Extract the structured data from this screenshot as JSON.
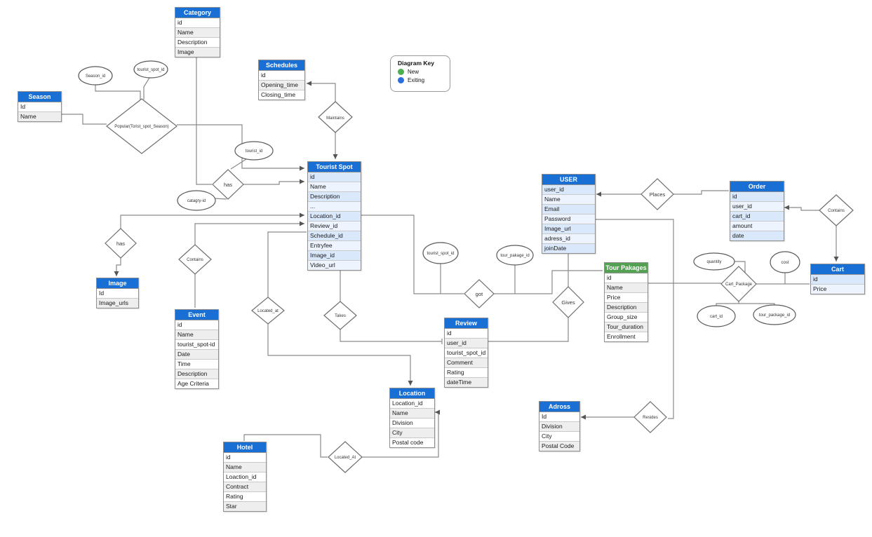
{
  "diagram_key": {
    "title": "Diagram Key",
    "items": [
      {
        "label": "New",
        "color": "#4caf50"
      },
      {
        "label": "Exiting",
        "color": "#2a6fe0"
      }
    ]
  },
  "colors": {
    "existing_header_blue": "#1a6fd4",
    "new_header_green": "#55a154",
    "blue_row_fill": "#dae8fc",
    "gray_row_fill": "#eeeeee",
    "connector_gray": "#8a8a8a"
  },
  "entities": {
    "category": {
      "title": "Category",
      "fields": [
        "id",
        "Name",
        "Description",
        "Image"
      ]
    },
    "season": {
      "title": "Season",
      "fields": [
        "Id",
        "Name"
      ]
    },
    "schedules": {
      "title": "Schedules",
      "fields": [
        "id",
        "Opening_time",
        "Closing_time"
      ]
    },
    "tourist_spot": {
      "title": "Tourist Spot",
      "fields": [
        "id",
        "Name",
        "Description",
        "...",
        "Location_id",
        "Review_id",
        "Schedule_id",
        "Entryfee",
        "Image_id",
        "Video_url"
      ]
    },
    "user": {
      "title": "USER",
      "fields": [
        "user_id",
        "Name",
        "Email",
        "Password",
        "Image_url",
        "adress_id",
        "joinDate"
      ]
    },
    "order": {
      "title": "Order",
      "fields": [
        "id",
        "user_id",
        "cart_id",
        "amount",
        "date"
      ]
    },
    "cart": {
      "title": "Cart",
      "fields": [
        "id",
        "Price"
      ]
    },
    "tour_pakages": {
      "title": "Tour Pakages",
      "fields": [
        "id",
        "Name",
        "Price",
        "Description",
        "Group_size",
        "Tour_duration",
        "Enrollment"
      ]
    },
    "review": {
      "title": "Review",
      "fields": [
        "id",
        "user_id",
        "tourist_spot_id",
        "Comment",
        "Rating",
        "dateTime"
      ]
    },
    "image": {
      "title": "Image",
      "fields": [
        "Id",
        "Image_urls"
      ]
    },
    "event": {
      "title": "Event",
      "fields": [
        "id",
        "Name",
        "tourist_spot-id",
        "Date",
        "Time",
        "Description",
        "Age Criteria"
      ]
    },
    "location": {
      "title": "Location",
      "fields": [
        "Location_id",
        "Name",
        "Division",
        "City",
        "Postal code"
      ]
    },
    "hotel": {
      "title": "Hotel",
      "fields": [
        "id",
        "Name",
        "Loaction_id",
        "Contract",
        "Rating",
        "Star"
      ]
    },
    "adress": {
      "title": "Adross",
      "fields": [
        "Id",
        "Division",
        "City",
        "Postal Code"
      ]
    }
  },
  "relationships": {
    "popular": {
      "label": "Popular(Torist_spot_Season)"
    },
    "maintains": {
      "label": "Maintains"
    },
    "has_category": {
      "label": "has"
    },
    "has_image": {
      "label": "has"
    },
    "contains_event": {
      "label": "Contains"
    },
    "located_at_spot": {
      "label": "Located_at"
    },
    "takes": {
      "label": "Takes"
    },
    "got": {
      "label": "got"
    },
    "gives": {
      "label": "Gives"
    },
    "places": {
      "label": "Places"
    },
    "contains_order": {
      "label": "Contains"
    },
    "cart_package": {
      "label": "Cart_Package"
    },
    "resides": {
      "label": "Resides"
    },
    "located_at_hotel": {
      "label": "Located_At"
    }
  },
  "attributes": {
    "season_id": {
      "label": "Season_id"
    },
    "tourist_spot_id_top": {
      "label": "tourist_spot_id"
    },
    "tourist_id": {
      "label": "tourist_id"
    },
    "catagry_id": {
      "label": "catagry-id"
    },
    "tourist_spot_id_mid": {
      "label": "tourist_spot_id"
    },
    "tour_pakage_id": {
      "label": "tour_pakage_id"
    },
    "quantity": {
      "label": "quantity"
    },
    "cost": {
      "label": "cost"
    },
    "cart_id": {
      "label": "cart_id"
    },
    "tour_package_id": {
      "label": "tour_package_id"
    }
  }
}
